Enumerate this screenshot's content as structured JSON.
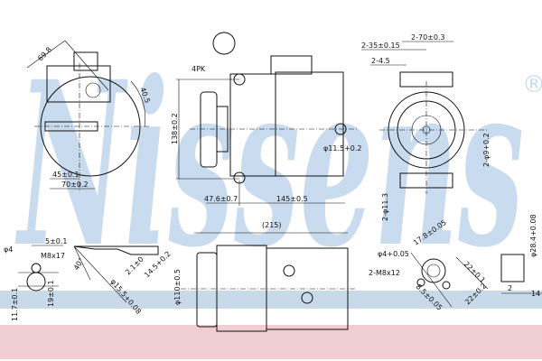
{
  "watermark": {
    "brand": "Nissens",
    "registered_mark": "®",
    "color": "#c9dbee"
  },
  "bands": {
    "blue": "#c8daea",
    "pink": "#f0cdd3"
  },
  "front_view": {
    "dims": {
      "diag": "69.8",
      "angle": "40.5",
      "w45": "45±0.1",
      "w70": "70±0.2"
    }
  },
  "side_view": {
    "dims": {
      "height": "138±0.2",
      "belt": "4PK",
      "offset": "47.6±0.7",
      "length": "145±0.5",
      "hole": "φ11.5+0.2"
    }
  },
  "rear_view": {
    "dims": {
      "spacing70": "2-70±0.3",
      "spacing35": "2-35±0.15",
      "slot": "2-4.5",
      "holes9": "2-φ9+0.2",
      "holes11": "2-φ11.3"
    }
  },
  "bottom_view": {
    "dims": {
      "overall": "(215)",
      "pulley_dia": "φ110±0.5"
    }
  },
  "port_detail": {
    "dims": {
      "d4": "φ4",
      "w5": "5±0.1",
      "thread": "M8x17",
      "h11": "11.7±0.1",
      "h19": "19±0.1"
    }
  },
  "section_detail": {
    "dims": {
      "angle": "40°",
      "d21": "2.1±0",
      "d145": "14.5+0.2",
      "d155": "φ15.5+0.08"
    }
  },
  "flange_detail": {
    "dims": {
      "d178": "17.8±0.05",
      "pin": "φ4+0.05",
      "thread": "2-M8x12",
      "d22a": "22±0.1",
      "d85": "8.5±0.05",
      "d22b": "22±0.2",
      "d284": "φ28.4+0.08",
      "t2": "2",
      "t14": "14"
    }
  }
}
